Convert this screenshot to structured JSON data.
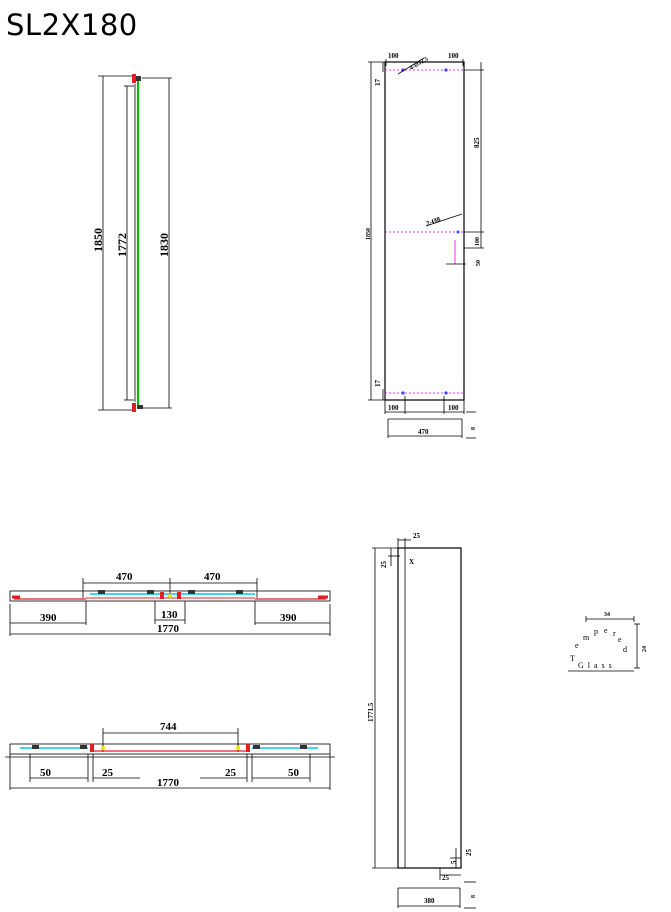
{
  "title": "SL2X180",
  "side_view": {
    "dim_outer": "1850",
    "dim_inner": "1772",
    "dim_right": "1830"
  },
  "fixed_panel": {
    "top_left": "100",
    "top_right": "100",
    "top_angle": "4-Ø12.5",
    "height": "1850",
    "top_gap": "17",
    "mid_upper": "825",
    "mid_small": "100",
    "mid_hole": "2-Ø8",
    "mid_lower": "50",
    "bottom_gap": "17",
    "bottom_left": "100",
    "bottom_right": "100",
    "width": "470",
    "thickness": "8"
  },
  "plan_top": {
    "left_span": "470",
    "right_span": "470",
    "left_end": "390",
    "right_end": "390",
    "center": "130",
    "total": "1770"
  },
  "plan_bottom": {
    "span": "744",
    "left_end": "50",
    "left_gap": "25",
    "right_gap": "25",
    "right_end": "50",
    "total": "1770"
  },
  "door_panel": {
    "top_a": "25",
    "top_b": "25",
    "mark": "X",
    "height": "1771.5",
    "bottom_a": "25",
    "bottom_b": "25",
    "bottom_c": "5",
    "width": "380",
    "thickness": "8"
  },
  "stamp": {
    "top_dim": "34",
    "side_dim": "24",
    "word1": "Tempered",
    "word2": "Glass"
  },
  "colors": {
    "glass": "#00c000",
    "cyan": "#00c8e6",
    "red": "#e02020",
    "magenta": "#e000e0",
    "yellow": "#e6e600"
  }
}
